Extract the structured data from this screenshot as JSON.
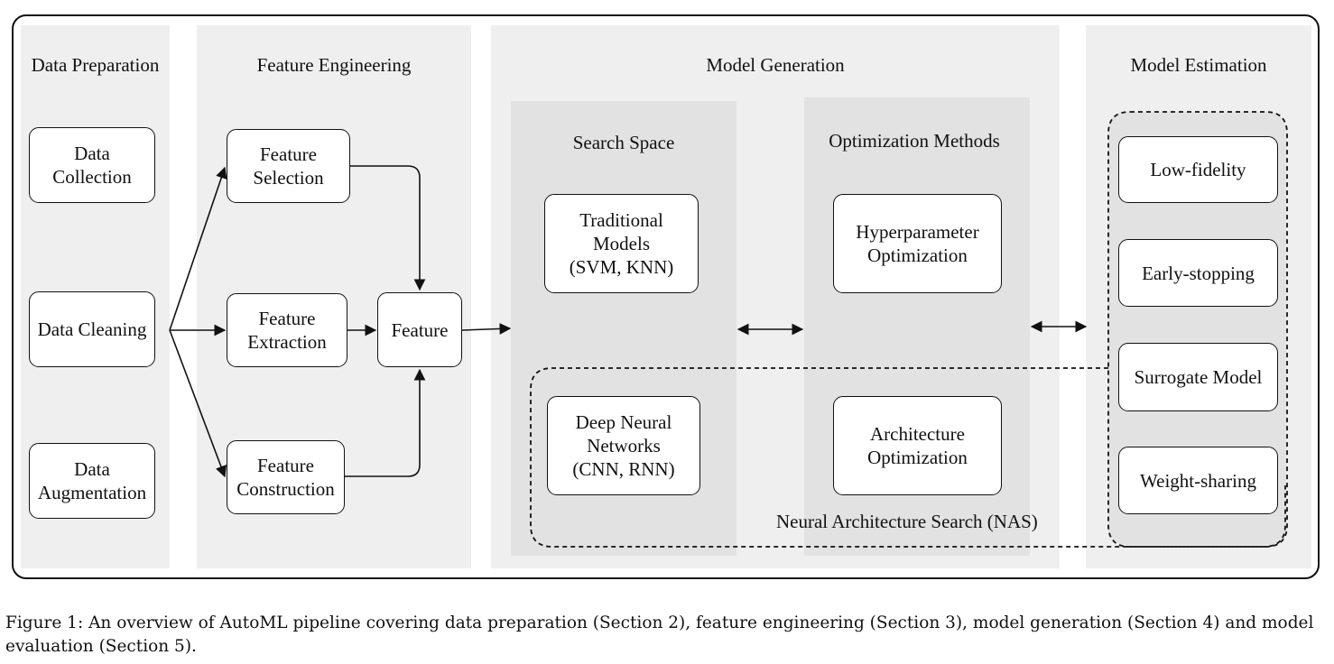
{
  "sections": {
    "data_preparation": "Data Preparation",
    "feature_engineering": "Feature Engineering",
    "model_generation": "Model Generation",
    "model_estimation": "Model Estimation"
  },
  "subsections": {
    "search_space": "Search Space",
    "optimization_methods": "Optimization Methods"
  },
  "boxes": {
    "data_collection": "Data\nCollection",
    "data_cleaning": "Data Cleaning",
    "data_augmentation": "Data\nAugmentation",
    "feature_selection": "Feature\nSelection",
    "feature_extraction": "Feature\nExtraction",
    "feature_construction": "Feature\nConstruction",
    "feature": "Feature",
    "traditional_models": "Traditional\nModels\n(SVM, KNN)",
    "deep_neural_networks": "Deep Neural\nNetworks\n(CNN, RNN)",
    "hyperparameter_optimization": "Hyperparameter\nOptimization",
    "architecture_optimization": "Architecture\nOptimization",
    "low_fidelity": "Low-fidelity",
    "early_stopping": "Early-stopping",
    "surrogate_model": "Surrogate Model",
    "weight_sharing": "Weight-sharing"
  },
  "nas_label": "Neural Architecture Search (NAS)",
  "caption": "Figure 1: An overview of AutoML pipeline covering data preparation (Section 2), feature engineering (Section 3), model generation (Section 4) and model evaluation (Section 5)."
}
